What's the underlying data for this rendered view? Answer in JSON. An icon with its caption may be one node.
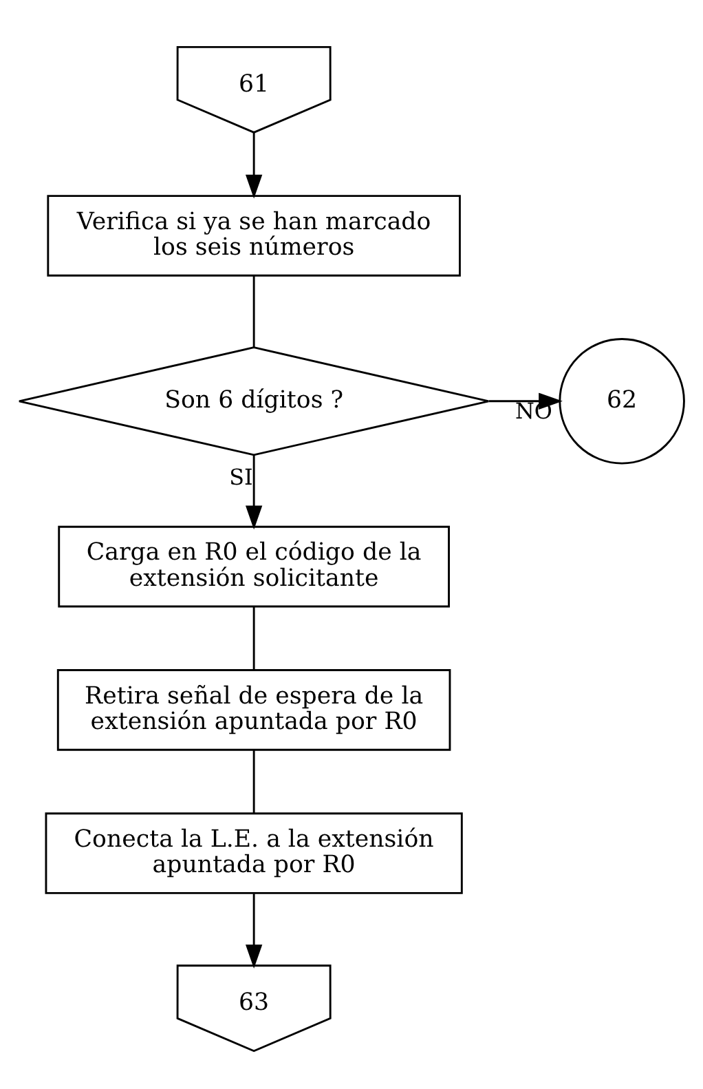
{
  "diagram": {
    "nodes": [
      {
        "text": [
          "61"
        ]
      },
      {
        "text": [
          "Verifica si ya se han marcado los seis números"
        ]
      },
      {
        "text": [
          "Son 6 dígitos ?"
        ]
      },
      {
        "text": [
          "62"
        ]
      },
      {
        "text": [
          "Carga en R0 el código de la extensión solicitante"
        ]
      },
      {
        "text": [
          "Retira señal de espera de la extensión apuntada por R0"
        ]
      },
      {
        "text": [
          "Conecta la L.E. a la extensión apuntada por R0"
        ]
      },
      {
        "text": [
          "63"
        ]
      }
    ],
    "edges": [
      {
        "from": 0,
        "to": 1,
        "arrow": "to"
      },
      {
        "from": 1,
        "to": 2,
        "arrow": "none"
      },
      {
        "from": 2,
        "to": 3,
        "arrow": "to",
        "label": "NO"
      },
      {
        "from": 2,
        "to": 4,
        "arrow": "to",
        "label": "SI"
      },
      {
        "from": 4,
        "to": 5,
        "arrow": "none"
      },
      {
        "from": 5,
        "to": 6,
        "arrow": "none"
      },
      {
        "from": 6,
        "to": 7,
        "arrow": "to"
      }
    ]
  }
}
